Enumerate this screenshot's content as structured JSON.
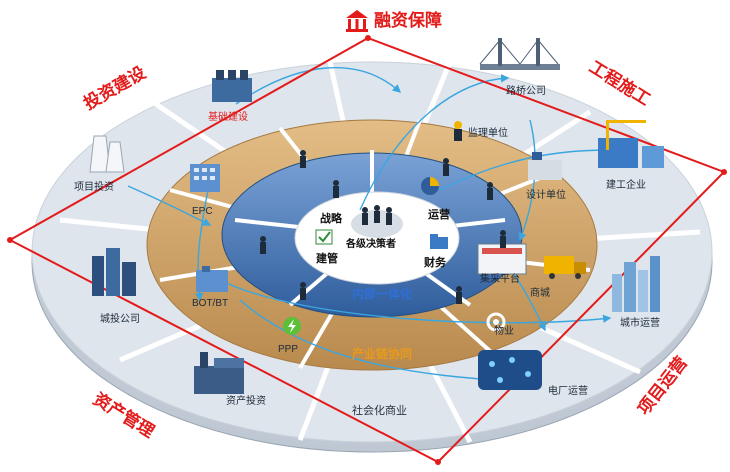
{
  "corners": {
    "top": "融资保障",
    "left": "投资建设",
    "right": "工程施工",
    "bottom_left": "资产管理",
    "bottom_right": "项目运营"
  },
  "outer_ring": {
    "road_bridge": "路桥公司",
    "construction_company": "建工企业",
    "city_operation": "城市运营",
    "power_plant": "电厂运营",
    "asset_investment": "资产投资",
    "urban_investment": "城投公司",
    "project_investment": "项目投资",
    "infrastructure": "基础建设"
  },
  "middle_ring": {
    "supervision": "监理单位",
    "design": "设计单位",
    "trade_platform": "集采平台",
    "mall": "商城",
    "property": "物业",
    "ppp": "PPP",
    "bot": "BOT/BT",
    "epc": "EPC"
  },
  "core": {
    "strategy": "战略",
    "operation": "运营",
    "finance": "财务",
    "construction_mgmt": "建管",
    "decision_makers": "各级决策者"
  },
  "bands": {
    "internal": "内部一体化",
    "industry_chain": "产业链协同",
    "social_commerce": "社会化商业"
  },
  "colors": {
    "accent_red": "#e31b1b",
    "band_blue": "#2f6fd6",
    "band_orange": "#e89a1c",
    "connector": "#3aa6e0"
  }
}
